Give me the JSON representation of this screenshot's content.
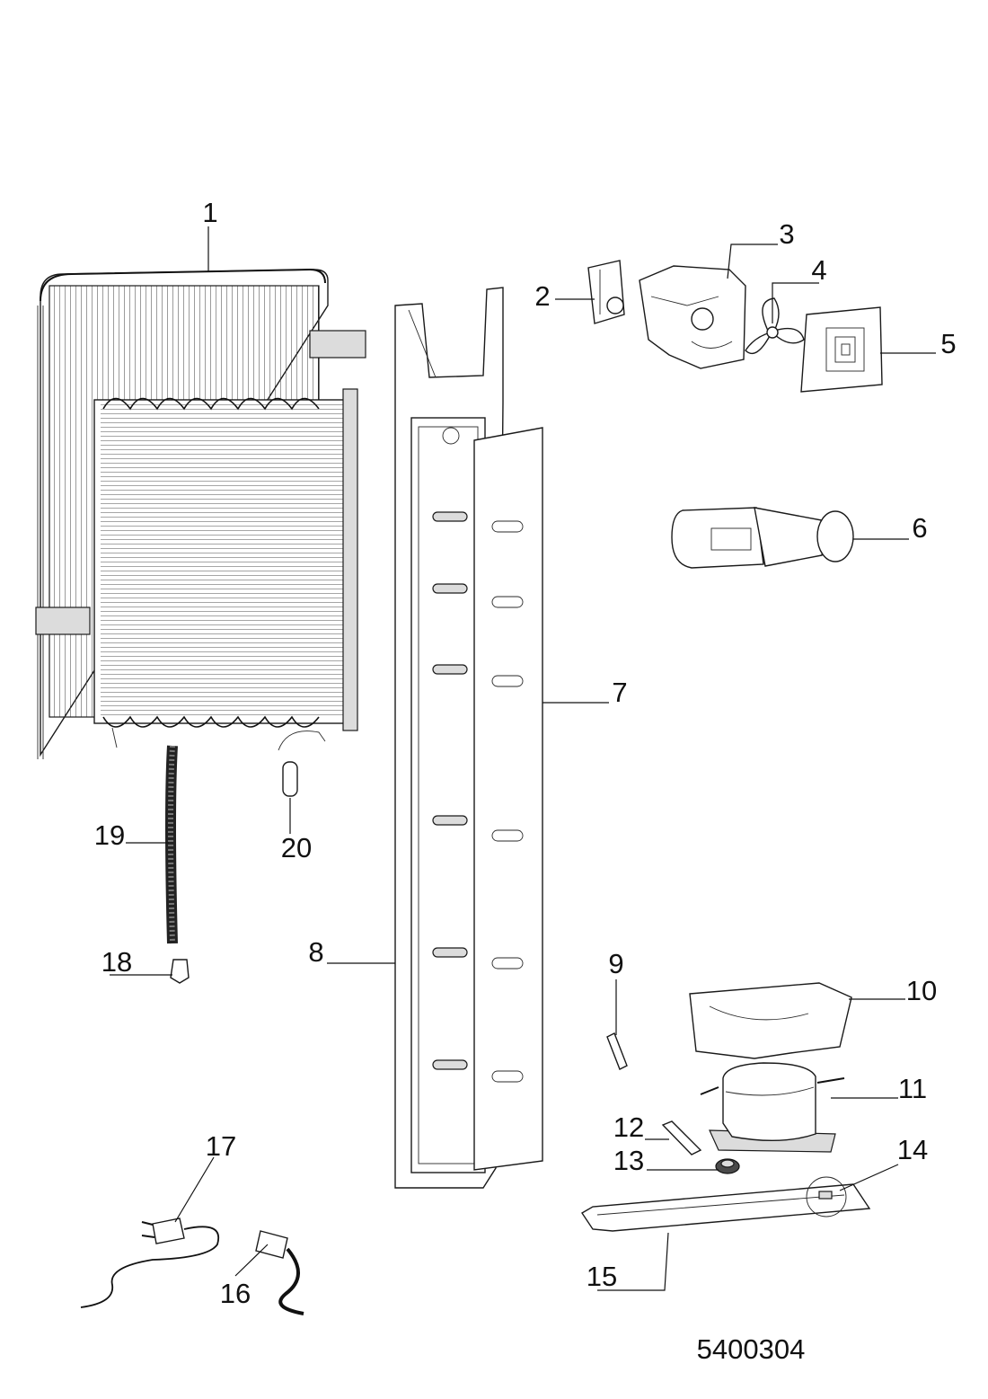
{
  "labels": {
    "p1": "1",
    "p2": "2",
    "p3": "3",
    "p4": "4",
    "p5": "5",
    "p6": "6",
    "p7": "7",
    "p8": "8",
    "p9": "9",
    "p10": "10",
    "p11": "11",
    "p12": "12",
    "p13": "13",
    "p14": "14",
    "p15": "15",
    "p16": "16",
    "p17": "17",
    "p18": "18",
    "p19": "19",
    "p20": "20"
  },
  "drawing_code": "5400304"
}
